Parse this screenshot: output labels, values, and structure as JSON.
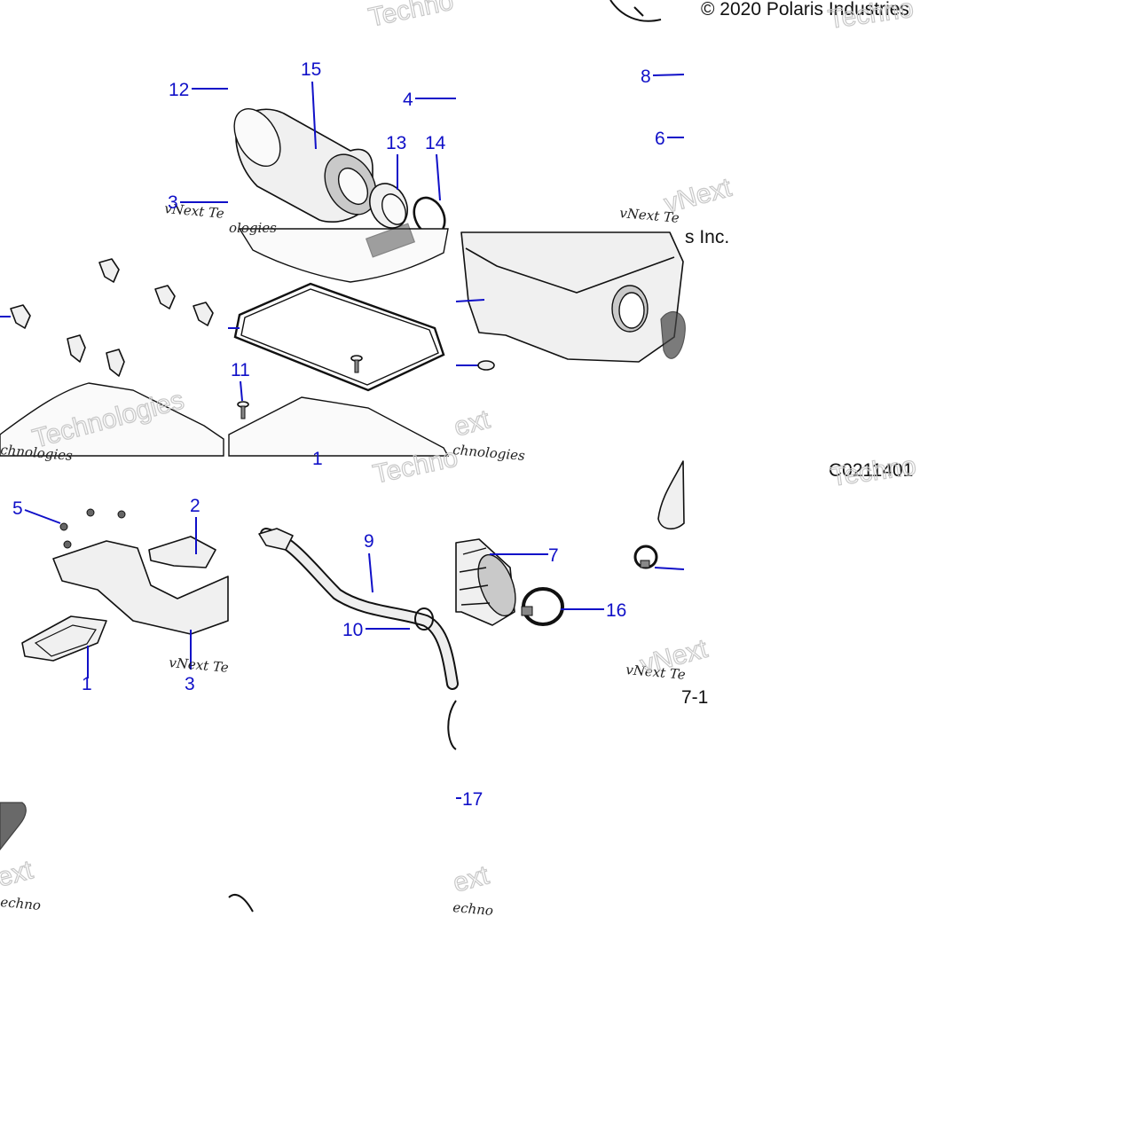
{
  "copyright": "© 2020 Polaris Industries Inc.",
  "copyright_tail": "s Inc.",
  "drawing_code": "C0211401",
  "page_fragment": "7-1",
  "watermark": {
    "brand_serif": "vNext Technologies",
    "brand_serif_short": "vNext Te",
    "brand_serif_tail": "ologies",
    "brand_serif_frag": "chnologies",
    "brand_serif_frag2": "echno",
    "ghost_techno": "Techno",
    "ghost_next": "ext",
    "ghost_vnext": "vNext",
    "ghost_technologies": "Technologies",
    "ghost_tech": "Techn"
  },
  "callouts": [
    "1",
    "2",
    "3",
    "4",
    "5",
    "6",
    "7",
    "8",
    "9",
    "10",
    "11",
    "12",
    "13",
    "14",
    "15",
    "16",
    "17"
  ]
}
